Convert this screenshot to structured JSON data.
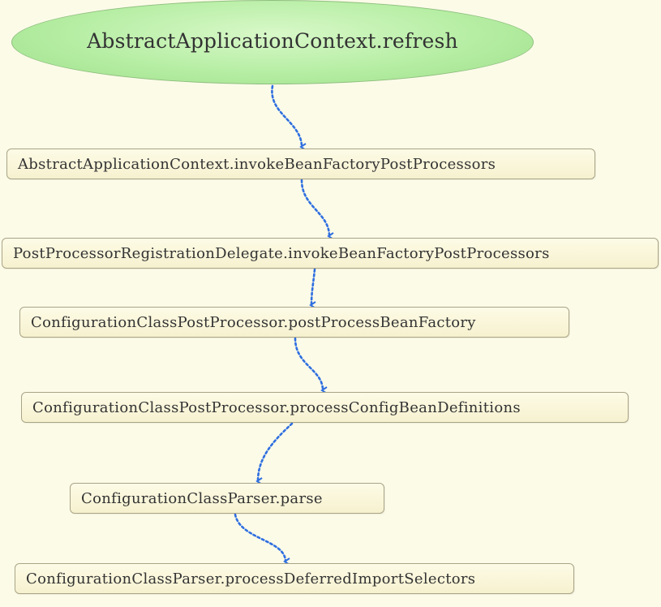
{
  "diagram": {
    "start": {
      "label": "AbstractApplicationContext.refresh"
    },
    "steps": [
      {
        "label": "AbstractApplicationContext.invokeBeanFactoryPostProcessors"
      },
      {
        "label": "PostProcessorRegistrationDelegate.invokeBeanFactoryPostProcessors"
      },
      {
        "label": "ConfigurationClassPostProcessor.postProcessBeanFactory"
      },
      {
        "label": "ConfigurationClassPostProcessor.processConfigBeanDefinitions"
      },
      {
        "label": "ConfigurationClassParser.parse"
      },
      {
        "label": "ConfigurationClassParser.processDeferredImportSelectors"
      }
    ],
    "colors": {
      "background": "#fcfbe8",
      "start_fill": "#b6eea4",
      "node_fill": "#f6f1cf",
      "node_border": "#a9a486",
      "arrow": "#2f6fe0"
    }
  }
}
